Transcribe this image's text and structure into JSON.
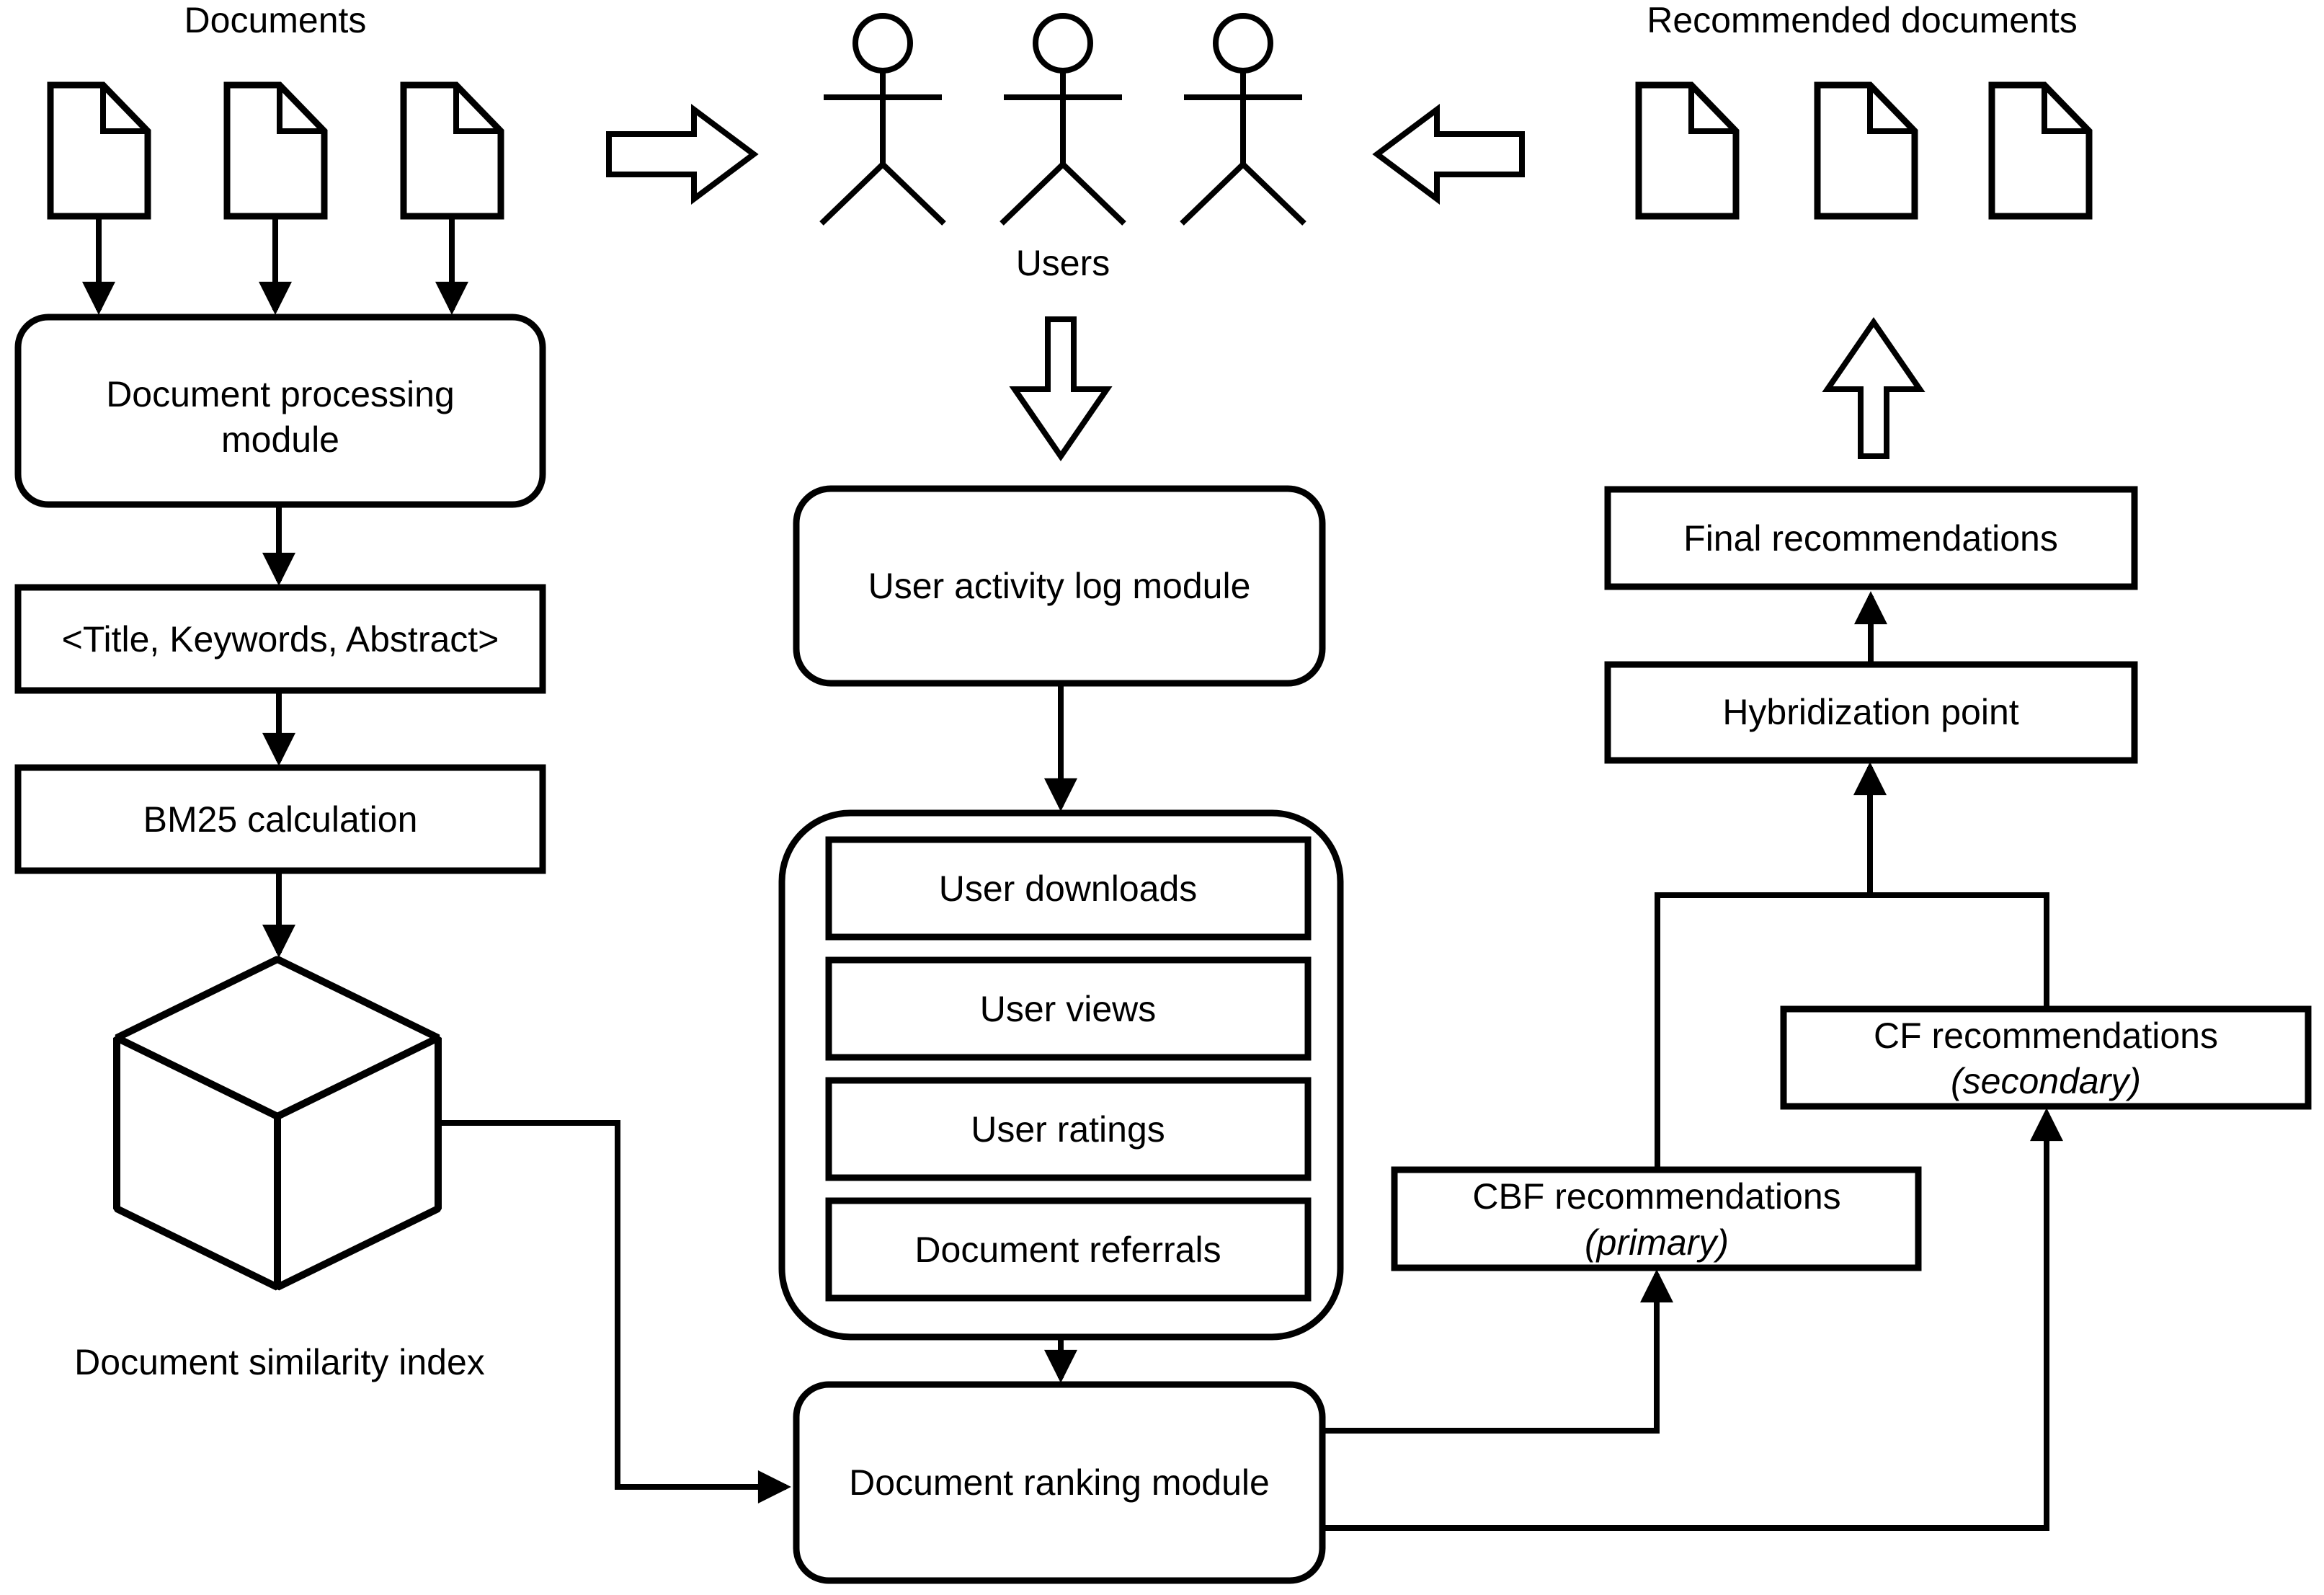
{
  "page": {
    "background_color": "#ffffff",
    "stroke_color": "#000000"
  },
  "left_flow": {
    "documents_label": "Documents",
    "processing_module_line1": "Document processing",
    "processing_module_line2": "module",
    "title_keywords_abstract": "<Title, Keywords, Abstract>",
    "bm25_calculation": "BM25 calculation",
    "document_similarity_index": "Document similarity index"
  },
  "users_flow": {
    "users_label": "Users",
    "user_activity_log_module": "User activity log module",
    "activity_items": [
      "User downloads",
      "User views",
      "User ratings",
      "Document referrals"
    ],
    "document_ranking_module": "Document ranking module"
  },
  "recommendation_flow": {
    "recommended_documents_label": "Recommended documents",
    "final_recommendations": "Final recommendations",
    "hybridization_point": "Hybridization point",
    "cf_recommendations_line1": "CF recommendations",
    "cf_recommendations_line2": "(secondary)",
    "cbf_recommendations_line1": "CBF recommendations",
    "cbf_recommendations_line2": "(primary)"
  }
}
